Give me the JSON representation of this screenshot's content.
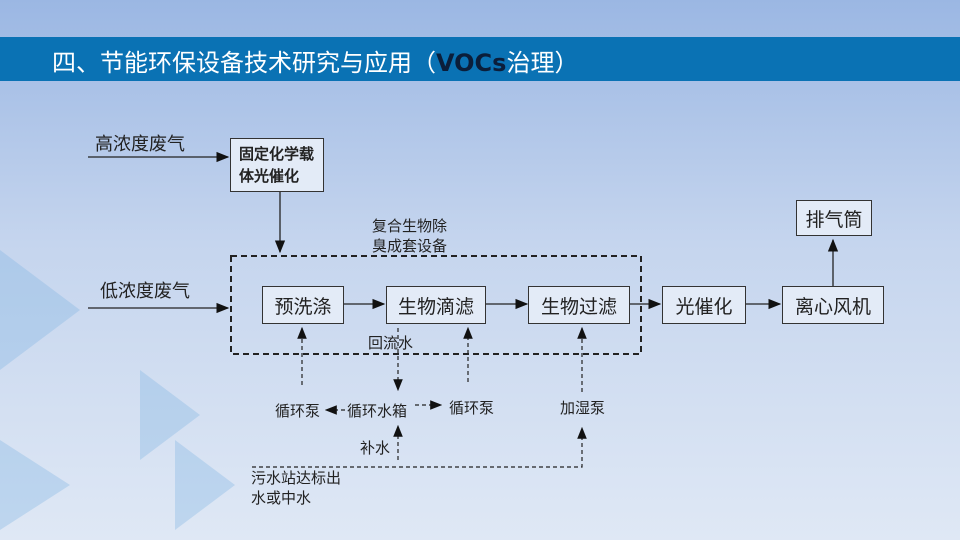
{
  "title": {
    "main": "四、节能环保设备技术研究与应用（",
    "voc": "VOCs",
    "tail": "治理）"
  },
  "inputs": {
    "high": "高浓度废气",
    "low": "低浓度废气"
  },
  "boxes": {
    "fixed": "固定化学载体光催化",
    "prewash": "预洗涤",
    "biotrickle": "生物滴滤",
    "biofilter": "生物过滤",
    "photo": "光催化",
    "fan": "离心风机",
    "stack": "排气筒"
  },
  "group_label": "复合生物除臭成套设备",
  "labels": {
    "return": "回流水",
    "pump1": "循环泵",
    "tank": "循环水箱",
    "pump2": "循环泵",
    "humid": "加湿泵",
    "makeup": "补水",
    "source": "污水站达标出水或中水"
  }
}
